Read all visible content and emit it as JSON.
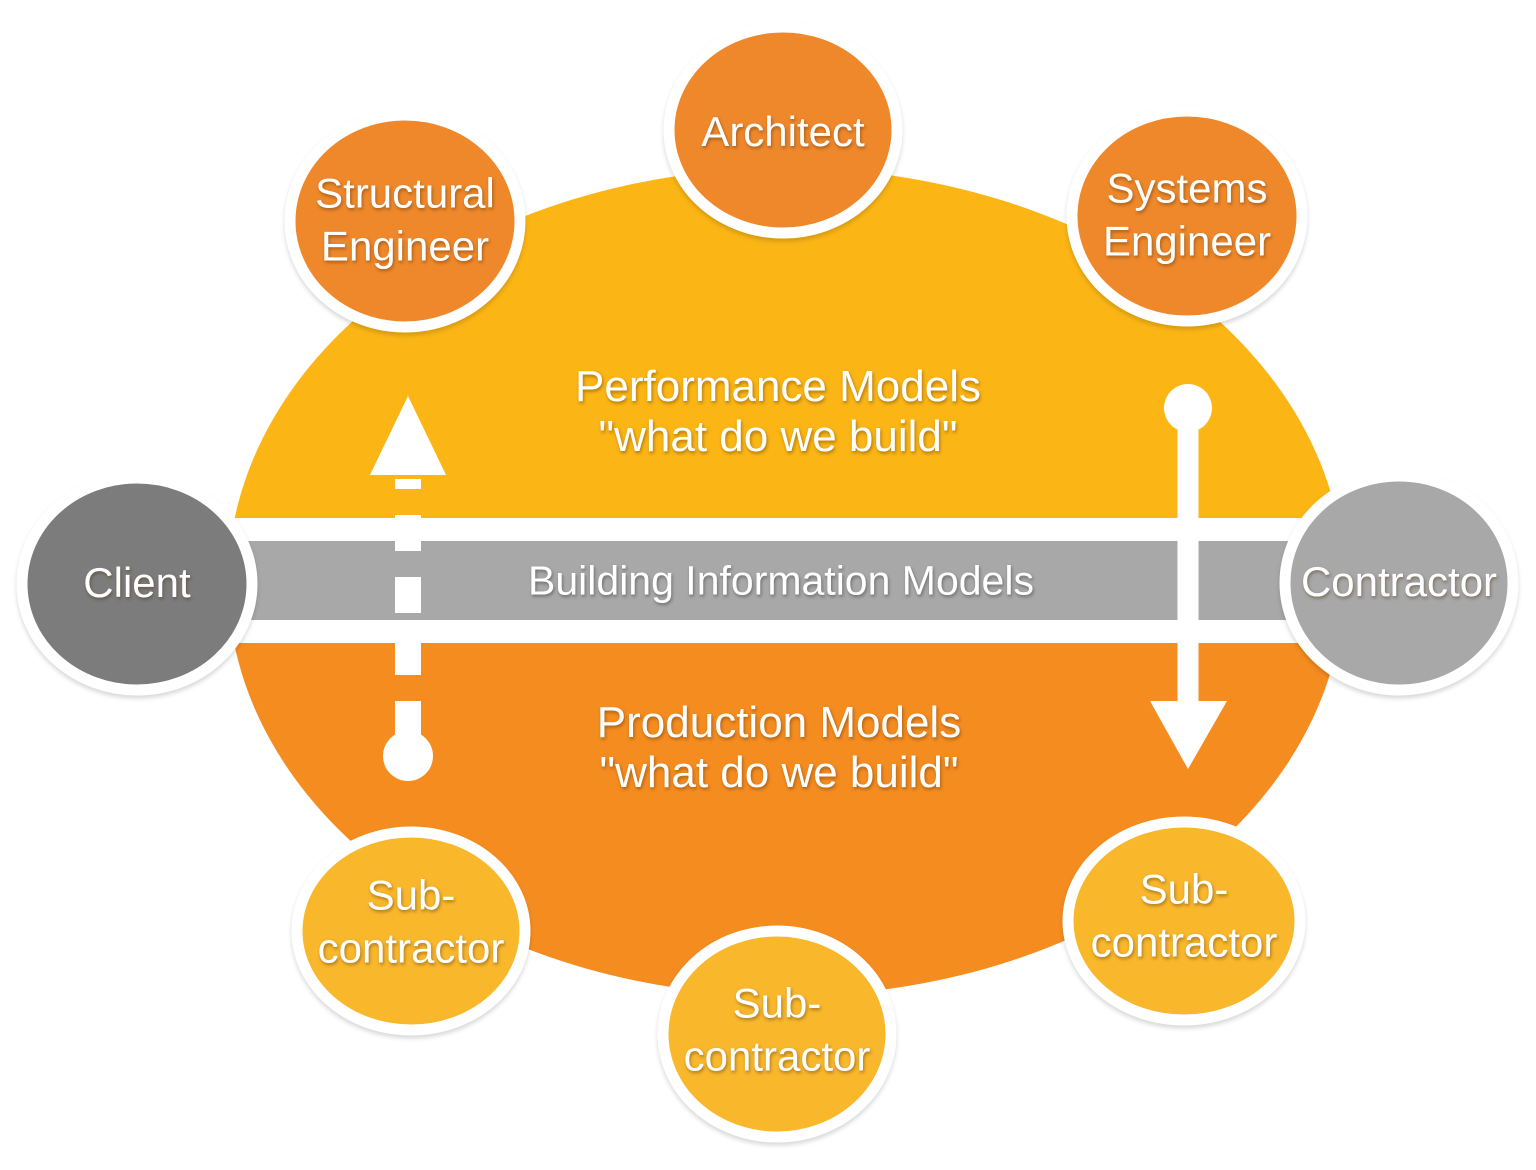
{
  "diagram": {
    "band": {
      "label": "Building Information Models"
    },
    "regions": {
      "performance": {
        "title": "Performance Models",
        "subtitle": "\"what do we build\""
      },
      "production": {
        "title": "Production Models",
        "subtitle": "\"what do we build\""
      }
    },
    "nodes": {
      "client": {
        "label": "Client"
      },
      "contractor": {
        "label": "Contractor"
      },
      "architect": {
        "label": "Architect"
      },
      "structural_engineer": {
        "line1": "Structural",
        "line2": "Engineer"
      },
      "systems_engineer": {
        "line1": "Systems",
        "line2": "Engineer"
      },
      "subcontractor_left": {
        "line1": "Sub-",
        "line2": "contractor"
      },
      "subcontractor_bottom": {
        "line1": "Sub-",
        "line2": "contractor"
      },
      "subcontractor_right": {
        "line1": "Sub-",
        "line2": "contractor"
      }
    },
    "colors": {
      "background": "#FFFFFF",
      "ellipse_top": "#FBB515",
      "ellipse_bottom": "#F58C20",
      "band": "#A8A8A8",
      "client_circle": "#7C7C7C",
      "contractor_circle": "#A8A8A8",
      "engineer_circle": "#EF882B",
      "subcontractor_circle": "#F9B72C",
      "arrow": "#FFFFFF"
    }
  }
}
